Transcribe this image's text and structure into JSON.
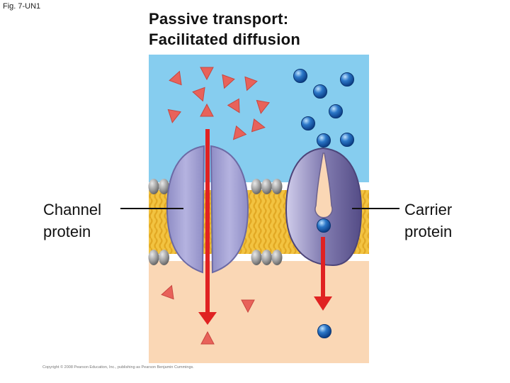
{
  "figure": {
    "fig_label": "Fig. 7-UN1",
    "title_line1": "Passive transport:",
    "title_line2": "Facilitated diffusion",
    "channel_label_line1": "Channel",
    "channel_label_line2": "protein",
    "carrier_label_line1": "Carrier",
    "carrier_label_line2": "protein",
    "copyright": "Copyright © 2008 Pearson Education, Inc., publishing as Pearson Benjamin Cummings."
  },
  "colors": {
    "extracellular": "#86cdef",
    "cytoplasm": "#fad7b5",
    "phospholipid_head": "#9a9a9a",
    "lipid_tail": "#f2c341",
    "channel_protein": "#a7a5d6",
    "carrier_protein": "#8781b5",
    "solute_triangle": "#e8625a",
    "solute_sphere": "#2b77c8",
    "arrow": "#e02222"
  },
  "icons": [
    "triangle-solute-icon",
    "sphere-solute-icon",
    "diffusion-arrow-icon"
  ]
}
